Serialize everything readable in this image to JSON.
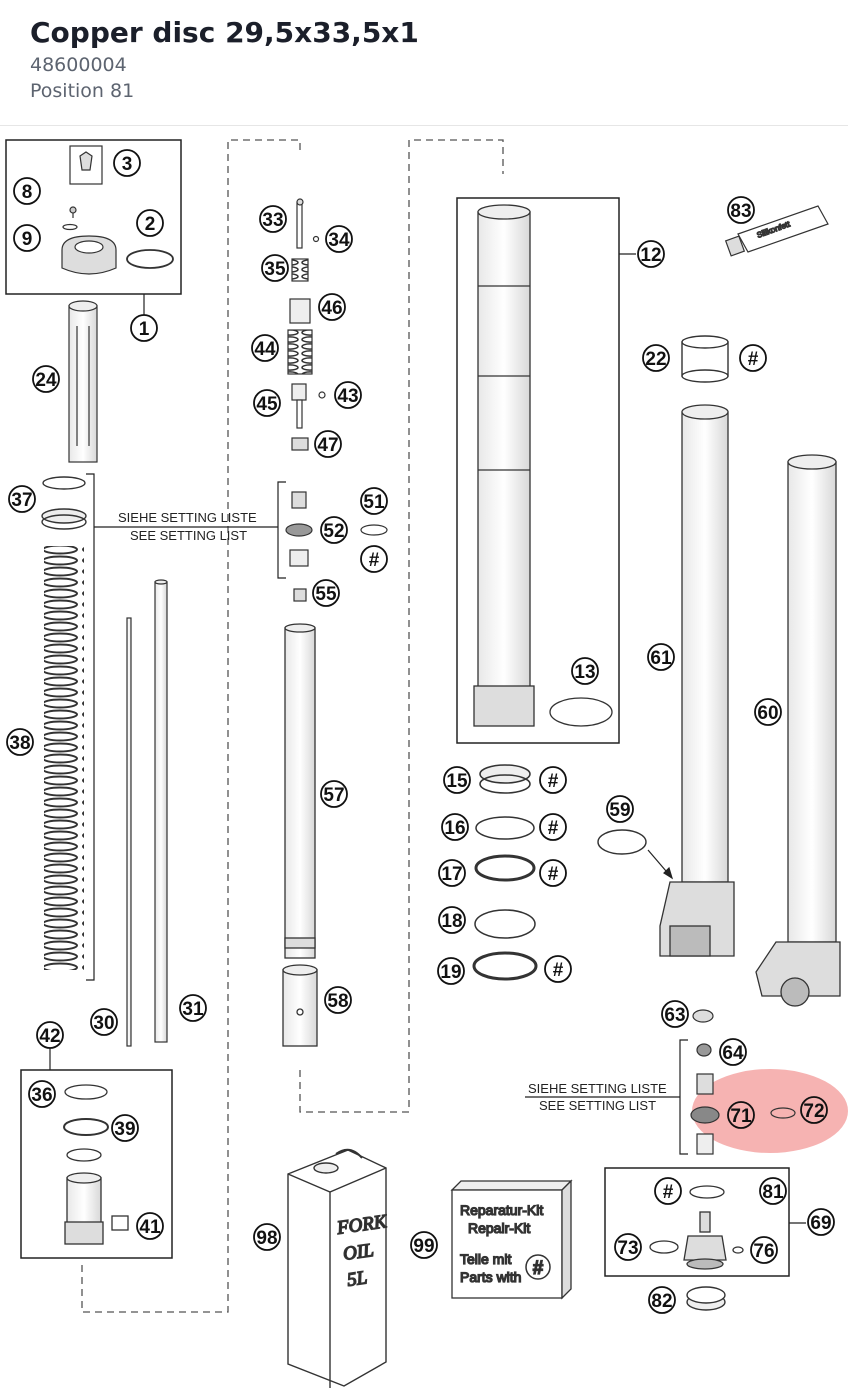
{
  "part": {
    "title": "Copper disc 29,5x33,5x1",
    "number": "48600004",
    "position": "Position 81"
  },
  "highlight_color": "#f39a98",
  "callouts": [
    {
      "id": "c3",
      "label": "3"
    },
    {
      "id": "c8",
      "label": "8"
    },
    {
      "id": "c9",
      "label": "9"
    },
    {
      "id": "c2",
      "label": "2"
    },
    {
      "id": "c1",
      "label": "1"
    },
    {
      "id": "c24",
      "label": "24"
    },
    {
      "id": "c37",
      "label": "37"
    },
    {
      "id": "c38",
      "label": "38"
    },
    {
      "id": "c30",
      "label": "30"
    },
    {
      "id": "c31",
      "label": "31"
    },
    {
      "id": "c42",
      "label": "42"
    },
    {
      "id": "c36",
      "label": "36"
    },
    {
      "id": "c39",
      "label": "39"
    },
    {
      "id": "c41",
      "label": "41"
    },
    {
      "id": "c33",
      "label": "33"
    },
    {
      "id": "c34",
      "label": "34"
    },
    {
      "id": "c35",
      "label": "35"
    },
    {
      "id": "c46",
      "label": "46"
    },
    {
      "id": "c44",
      "label": "44"
    },
    {
      "id": "c45",
      "label": "45"
    },
    {
      "id": "c43",
      "label": "43"
    },
    {
      "id": "c47",
      "label": "47"
    },
    {
      "id": "c51",
      "label": "51"
    },
    {
      "id": "c52",
      "label": "52"
    },
    {
      "id": "ch1",
      "label": "#"
    },
    {
      "id": "c55",
      "label": "55"
    },
    {
      "id": "c57",
      "label": "57"
    },
    {
      "id": "c58",
      "label": "58"
    },
    {
      "id": "c12",
      "label": "12"
    },
    {
      "id": "c13",
      "label": "13"
    },
    {
      "id": "c15",
      "label": "15"
    },
    {
      "id": "ch2",
      "label": "#"
    },
    {
      "id": "c16",
      "label": "16"
    },
    {
      "id": "ch3",
      "label": "#"
    },
    {
      "id": "c17",
      "label": "17"
    },
    {
      "id": "ch4",
      "label": "#"
    },
    {
      "id": "c18",
      "label": "18"
    },
    {
      "id": "c19",
      "label": "19"
    },
    {
      "id": "ch5",
      "label": "#"
    },
    {
      "id": "c83",
      "label": "83"
    },
    {
      "id": "c22",
      "label": "22"
    },
    {
      "id": "ch6",
      "label": "#"
    },
    {
      "id": "c61",
      "label": "61"
    },
    {
      "id": "c60",
      "label": "60"
    },
    {
      "id": "c59",
      "label": "59"
    },
    {
      "id": "c63",
      "label": "63"
    },
    {
      "id": "c64",
      "label": "64"
    },
    {
      "id": "c71",
      "label": "71"
    },
    {
      "id": "c72",
      "label": "72"
    },
    {
      "id": "ch7",
      "label": "#"
    },
    {
      "id": "c81",
      "label": "81"
    },
    {
      "id": "c69",
      "label": "69"
    },
    {
      "id": "c73",
      "label": "73"
    },
    {
      "id": "c76",
      "label": "76"
    },
    {
      "id": "c82",
      "label": "82"
    },
    {
      "id": "c98",
      "label": "98"
    },
    {
      "id": "c99",
      "label": "99"
    }
  ],
  "labels": {
    "siehe_1": "SIEHE SETTING LISTE",
    "see_1": "SEE SETTING LIST",
    "siehe_2": "SIEHE SETTING LISTE",
    "see_2": "SEE SETTING LIST",
    "kit_de": "Reparatur-Kit",
    "kit_en": "Repair-Kit",
    "teile_de": "Teile mit",
    "parts_en": "Parts with",
    "kit_hash": "#",
    "oil_1": "FORK",
    "oil_2": "OIL",
    "oil_3": "5L",
    "tube_text": "Silikonfett"
  }
}
